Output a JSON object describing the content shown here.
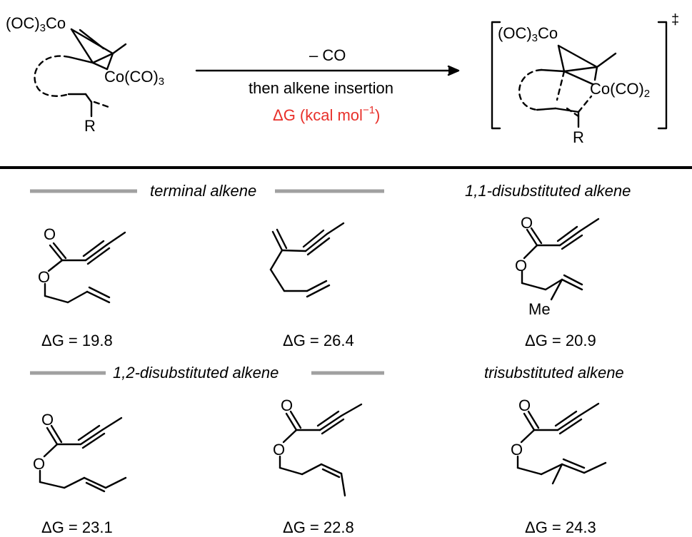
{
  "scheme": {
    "reactant": {
      "co_top_prefix": "(OC)",
      "co_top_count": "3",
      "co_top_suffix": "Co",
      "co_right_prefix": "Co(CO)",
      "co_right_count": "3",
      "substituent": "R"
    },
    "arrow": {
      "line1": "– CO",
      "line2": "then alkene insertion",
      "line3_prefix": "ΔG (kcal mol",
      "line3_exp": "−1",
      "line3_suffix": ")",
      "energy_color": "#e8302a"
    },
    "transition_state": {
      "co_top_prefix": "(OC)",
      "co_top_count": "3",
      "co_top_suffix": "Co",
      "co_right_prefix": "Co(CO)",
      "co_right_count": "2",
      "substituent": "R",
      "dagger": "‡"
    }
  },
  "categories": {
    "terminal": "terminal alkene",
    "disub_11": "1,1-disubstituted alkene",
    "disub_12": "1,2-disubstituted alkene",
    "trisub": "trisubstituted alkene"
  },
  "compounds": [
    {
      "atoms": [
        "O",
        "O"
      ],
      "energy": "ΔG = 19.8"
    },
    {
      "atoms": [],
      "energy": "ΔG = 26.4"
    },
    {
      "atoms": [
        "O",
        "O",
        "Me"
      ],
      "energy": "ΔG = 20.9"
    },
    {
      "atoms": [
        "O",
        "O"
      ],
      "energy": "ΔG = 23.1"
    },
    {
      "atoms": [
        "O",
        "O"
      ],
      "energy": "ΔG = 22.8"
    },
    {
      "atoms": [
        "O",
        "O"
      ],
      "energy": "ΔG = 24.3"
    }
  ]
}
